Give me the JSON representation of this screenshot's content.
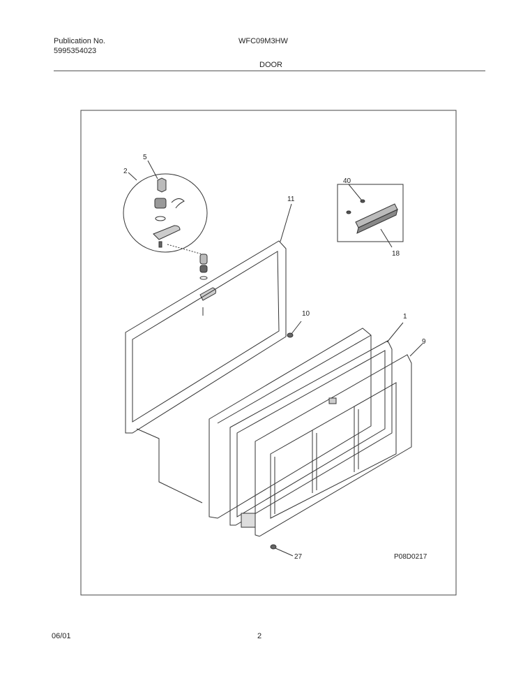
{
  "header": {
    "publication_label": "Publication No.",
    "publication_number": "5995354023",
    "model": "WFC09M3HW",
    "section": "DOOR"
  },
  "diagram": {
    "callouts": {
      "c1": "1",
      "c2": "2",
      "c5": "5",
      "c9": "9",
      "c10": "10",
      "c11": "11",
      "c18": "18",
      "c27": "27",
      "c40": "40"
    },
    "drawing_code": "P08D0217"
  },
  "footer": {
    "date": "06/01",
    "page": "2"
  }
}
